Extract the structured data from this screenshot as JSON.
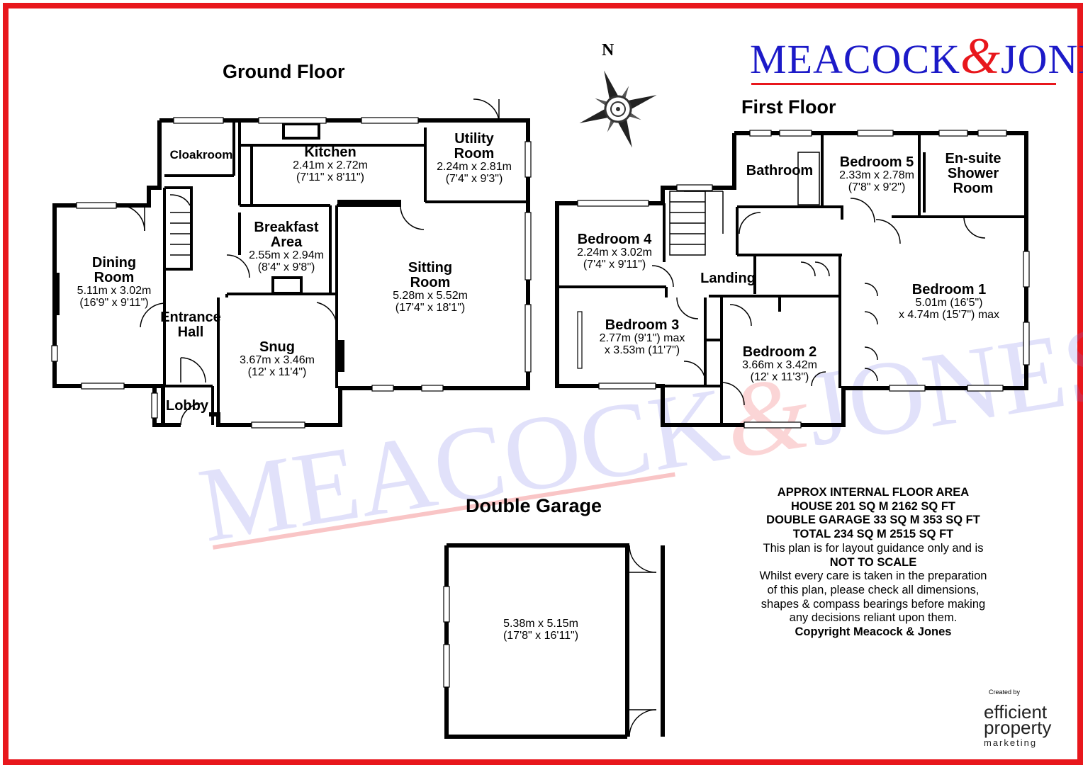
{
  "brand": {
    "logo_left": "MEACOCK",
    "logo_amp": "&",
    "logo_right": "JONES",
    "color": "#1c1ac8",
    "accent": "#e8171c"
  },
  "compass": {
    "label": "N",
    "icon": "compass-rose-icon"
  },
  "floors": {
    "ground": {
      "title": "Ground Floor"
    },
    "first": {
      "title": "First Floor"
    },
    "garage": {
      "title": "Double Garage"
    }
  },
  "rooms": {
    "cloakroom": {
      "name": "Cloakroom"
    },
    "kitchen": {
      "name": "Kitchen",
      "metric": "2.41m x 2.72m",
      "imperial": "(7'11\" x 8'11\")"
    },
    "utility": {
      "name1": "Utility",
      "name2": "Room",
      "metric": "2.24m x 2.81m",
      "imperial": "(7'4\" x 9'3\")"
    },
    "breakfast": {
      "name1": "Breakfast",
      "name2": "Area",
      "metric": "2.55m x 2.94m",
      "imperial": "(8'4\" x 9'8\")"
    },
    "dining": {
      "name1": "Dining",
      "name2": "Room",
      "metric": "5.11m x 3.02m",
      "imperial": "(16'9\" x 9'11\")"
    },
    "sitting": {
      "name1": "Sitting",
      "name2": "Room",
      "metric": "5.28m x 5.52m",
      "imperial": "(17'4\" x 18'1\")"
    },
    "entrance": {
      "name1": "Entrance",
      "name2": "Hall"
    },
    "snug": {
      "name": "Snug",
      "metric": "3.67m x 3.46m",
      "imperial": "(12' x 11'4\")"
    },
    "lobby": {
      "name": "Lobby"
    },
    "bathroom": {
      "name": "Bathroom"
    },
    "bedroom5": {
      "name": "Bedroom 5",
      "metric": "2.33m x 2.78m",
      "imperial": "(7'8\" x 9'2\")"
    },
    "ensuite": {
      "name1": "En-suite",
      "name2": "Shower",
      "name3": "Room"
    },
    "bedroom4": {
      "name": "Bedroom 4",
      "metric": "2.24m x 3.02m",
      "imperial": "(7'4\" x 9'11\")"
    },
    "landing": {
      "name": "Landing"
    },
    "bedroom1": {
      "name": "Bedroom 1",
      "line1": "5.01m (16'5\")",
      "line2": "x 4.74m (15'7\") max"
    },
    "bedroom3": {
      "name": "Bedroom 3",
      "line1": "2.77m (9'1\") max",
      "line2": "x 3.53m (11'7\")"
    },
    "bedroom2": {
      "name": "Bedroom 2",
      "metric": "3.66m x 3.42m",
      "imperial": "(12' x 11'3\")"
    },
    "garage": {
      "metric": "5.38m x 5.15m",
      "imperial": "(17'8\" x 16'11\")"
    }
  },
  "info": {
    "l1": "APPROX INTERNAL FLOOR AREA",
    "l2": "HOUSE 201 SQ M 2162 SQ FT",
    "l3": "DOUBLE GARAGE 33 SQ M 353 SQ FT",
    "l4": "TOTAL 234 SQ M 2515 SQ FT",
    "l5": "This plan is for layout guidance only and is",
    "l6": "NOT TO SCALE",
    "l7": "Whilst every care is taken in the preparation",
    "l8": "of this plan, please check all dimensions,",
    "l9": "shapes & compass bearings before making",
    "l10": "any decisions reliant upon them.",
    "l11": "Copyright Meacock & Jones"
  },
  "credit": {
    "small": "Created by",
    "line1": "efficient",
    "line2": "property",
    "line3": "marketing"
  }
}
